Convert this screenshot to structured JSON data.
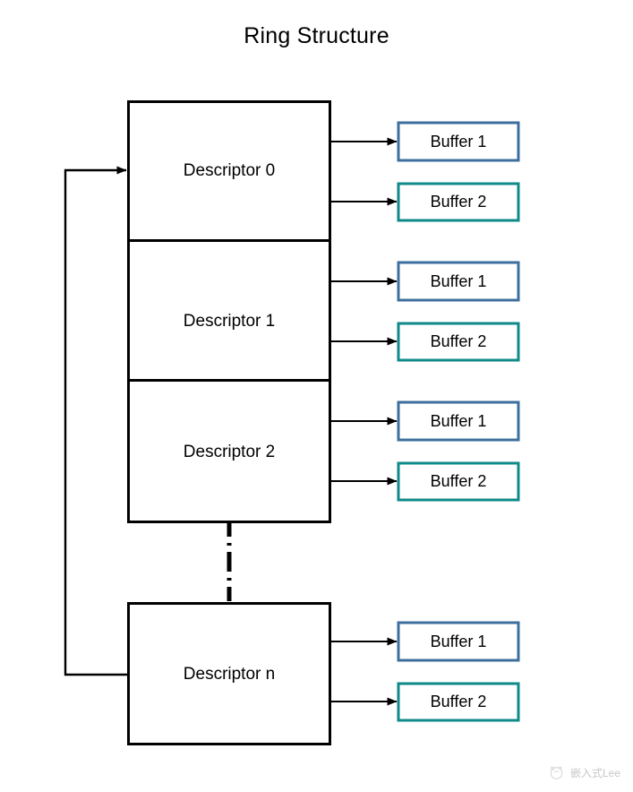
{
  "diagram": {
    "title": "Ring Structure",
    "type": "ring-buffer-descriptor-diagram",
    "colors": {
      "descriptor_border": "#000000",
      "buffer1_border": "#3d6f9e",
      "buffer2_border": "#0f8a8a",
      "arrow": "#000000",
      "text": "#000000",
      "background": "#ffffff"
    },
    "descriptors": [
      {
        "label": "Descriptor 0",
        "buffers": [
          {
            "label": "Buffer 1",
            "variant": "buffer1"
          },
          {
            "label": "Buffer 2",
            "variant": "buffer2"
          }
        ]
      },
      {
        "label": "Descriptor 1",
        "buffers": [
          {
            "label": "Buffer 1",
            "variant": "buffer1"
          },
          {
            "label": "Buffer 2",
            "variant": "buffer2"
          }
        ]
      },
      {
        "label": "Descriptor 2",
        "buffers": [
          {
            "label": "Buffer 1",
            "variant": "buffer1"
          },
          {
            "label": "Buffer 2",
            "variant": "buffer2"
          }
        ]
      },
      {
        "label": "Descriptor n",
        "buffers": [
          {
            "label": "Buffer 1",
            "variant": "buffer1"
          },
          {
            "label": "Buffer 2",
            "variant": "buffer2"
          }
        ]
      }
    ],
    "continuation": {
      "style": "dash-dot-vertical",
      "meaning": "additional descriptors omitted"
    },
    "ring_feedback": {
      "from": "Descriptor n",
      "to": "Descriptor 0",
      "style": "solid-arrow-left-loop"
    }
  },
  "watermark": {
    "text": "嵌入式Lee",
    "icon": "circle-logo-icon"
  }
}
